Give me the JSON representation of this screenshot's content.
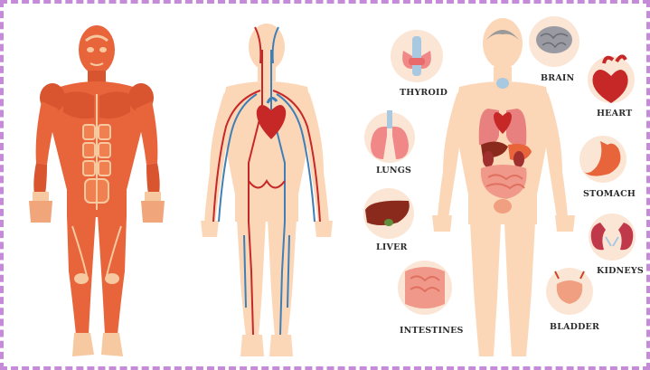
{
  "organs": {
    "thyroid": "THYROID",
    "brain": "BRAIN",
    "heart": "HEART",
    "lungs": "LUNGS",
    "stomach": "STOMACH",
    "liver": "LIVER",
    "kidneys": "KIDNEYS",
    "intestines": "INTESTINES",
    "bladder": "BLADDER"
  },
  "colors": {
    "border": "#c58bd8",
    "muscle": "#e8643a",
    "muscle_dark": "#c9482a",
    "tendon": "#f6c9a0",
    "skin": "#fbd7b8",
    "artery": "#c62828",
    "vein": "#3e7fb8",
    "circle_bg": "#fbe6d6"
  }
}
